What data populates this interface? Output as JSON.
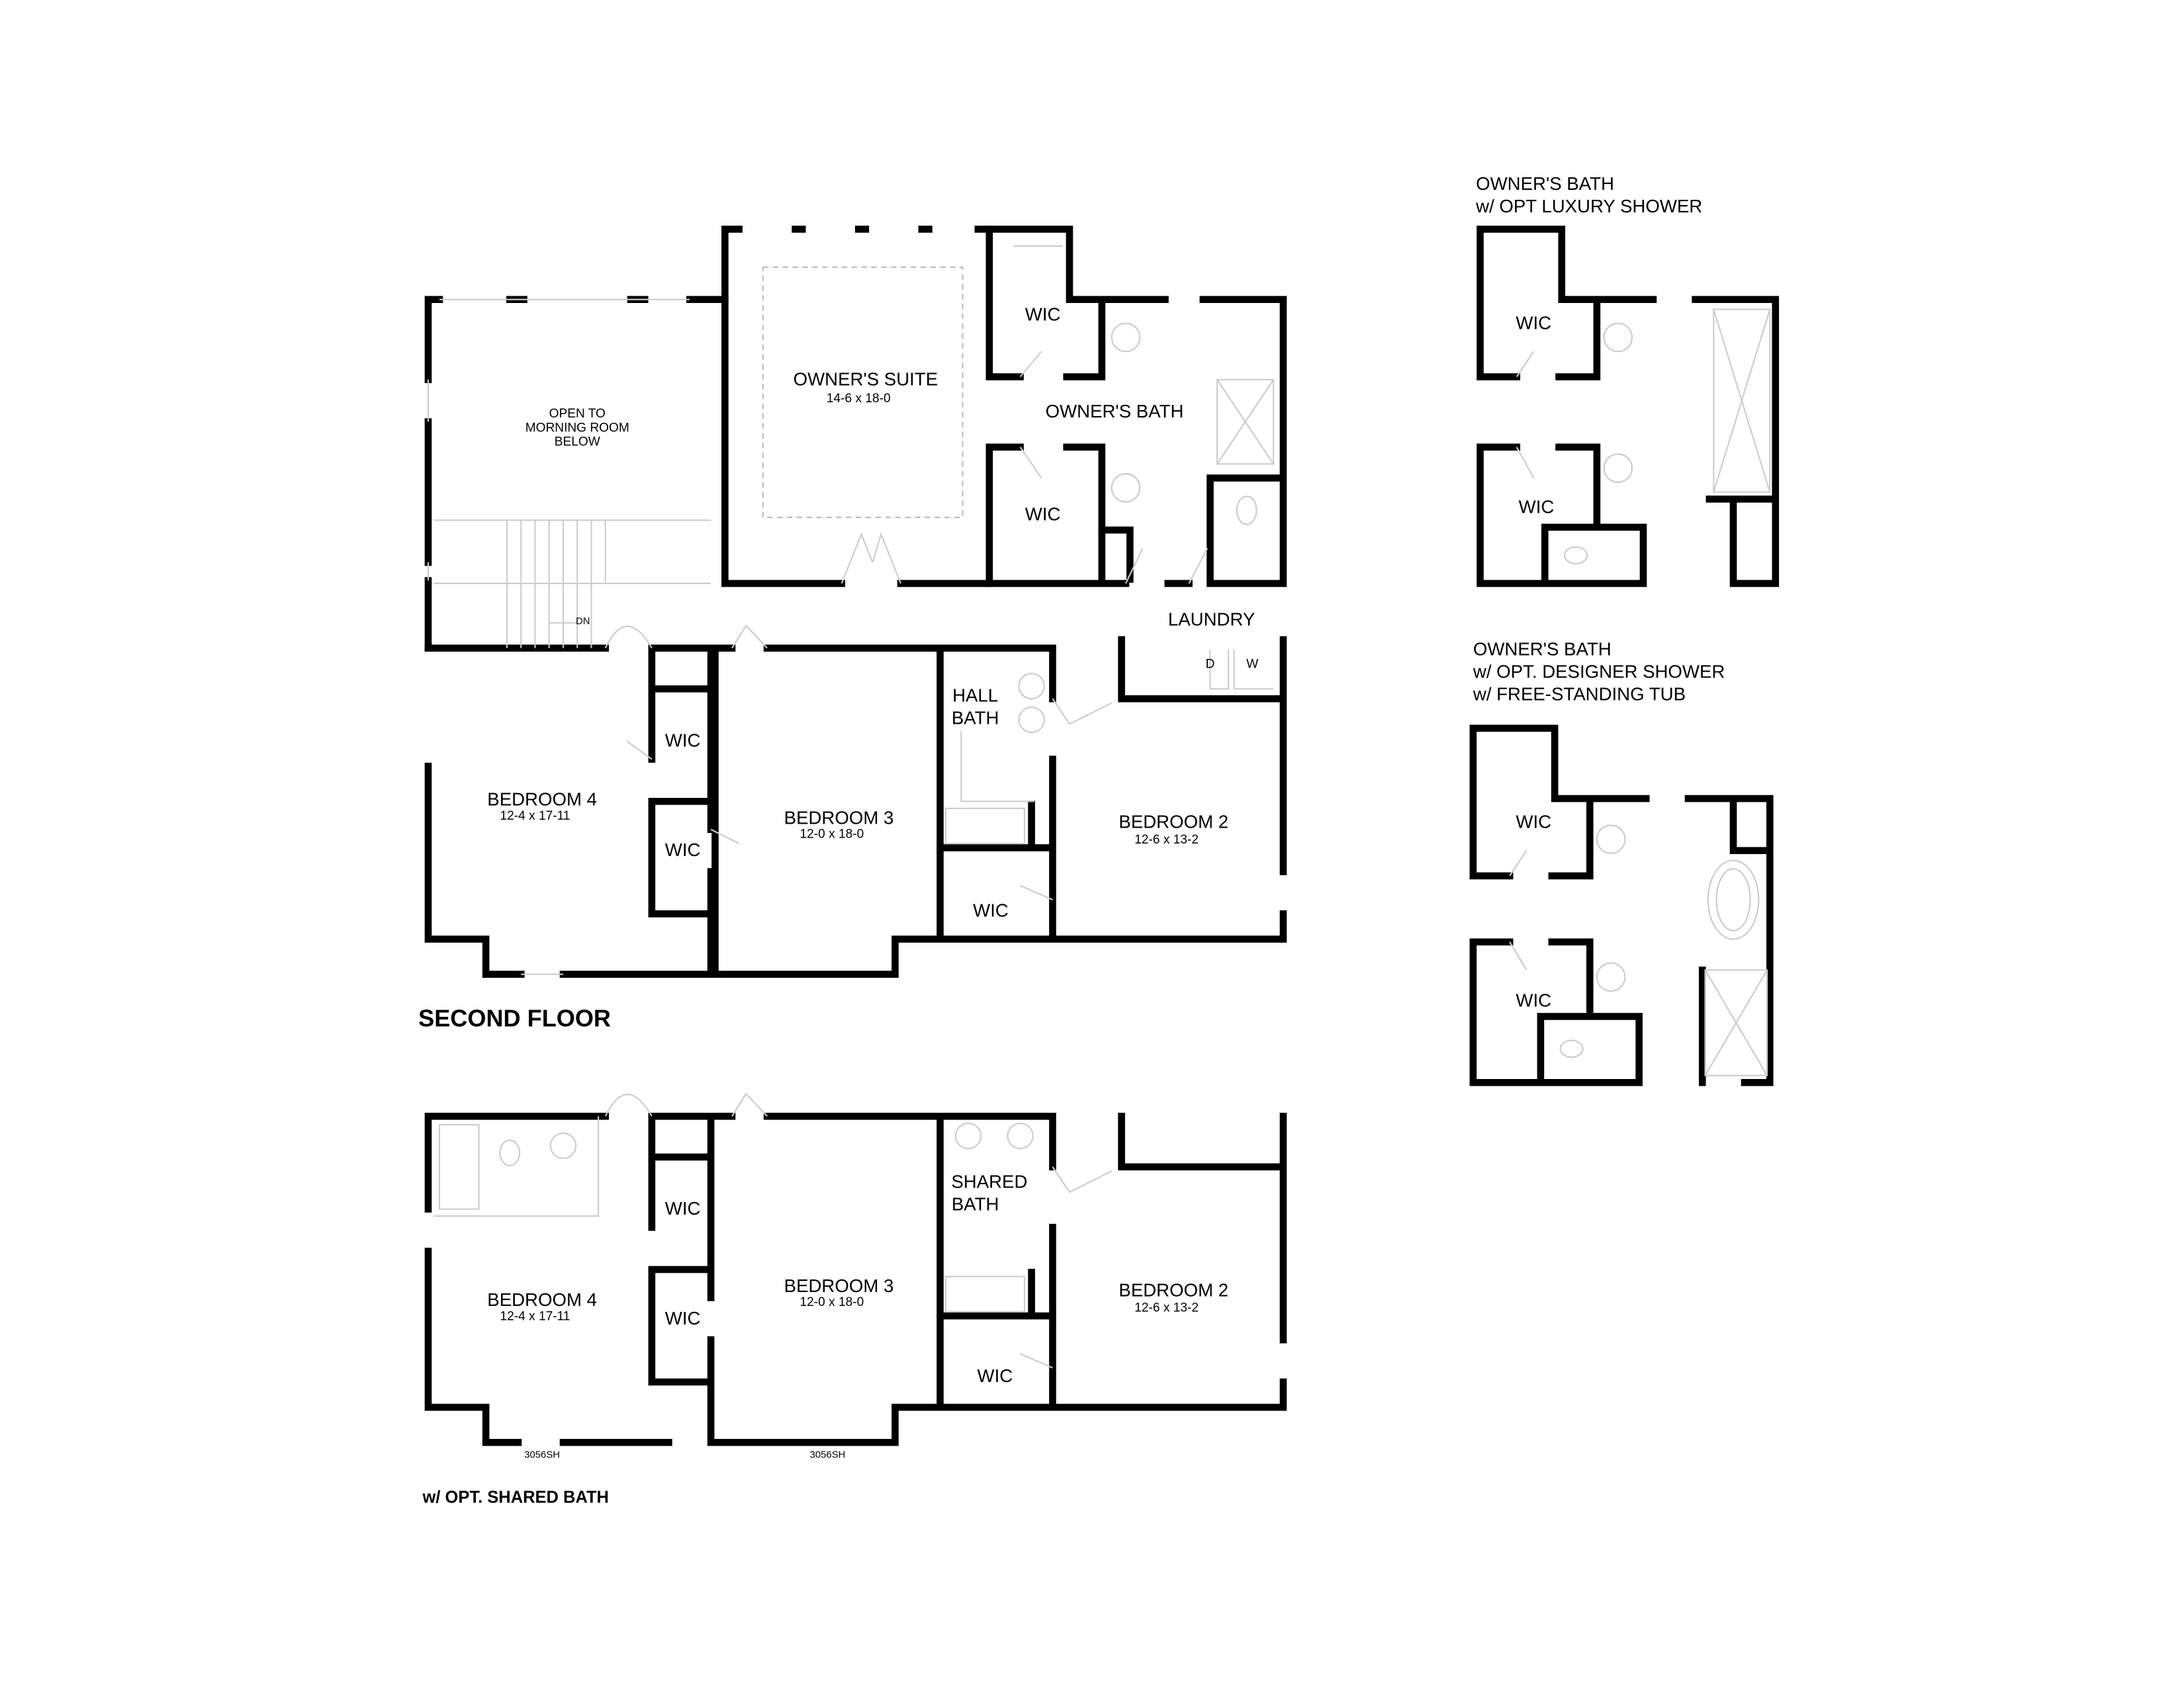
{
  "main_plan": {
    "title": "SECOND FLOOR",
    "open_to": [
      "OPEN TO",
      "MORNING ROOM",
      "BELOW"
    ],
    "owners_suite": {
      "name": "OWNER'S SUITE",
      "size": "14-6 x 18-0"
    },
    "owners_bath": "OWNER'S BATH",
    "wic": "WIC",
    "laundry": "LAUNDRY",
    "dryer": "D",
    "washer": "W",
    "stairs_dn": "DN",
    "hall_bath": [
      "HALL",
      "BATH"
    ],
    "bedroom4": {
      "name": "BEDROOM 4",
      "size": "12-4 x 17-11"
    },
    "bedroom3": {
      "name": "BEDROOM 3",
      "size": "12-0 x 18-0"
    },
    "bedroom2": {
      "name": "BEDROOM 2",
      "size": "12-6 x 13-2"
    }
  },
  "shared_plan": {
    "title": "w/ OPT. SHARED BATH",
    "shared_bath": [
      "SHARED",
      "BATH"
    ],
    "wic": "WIC",
    "window": "3056SH",
    "bedroom4": {
      "name": "BEDROOM 4",
      "size": "12-4 x 17-11"
    },
    "bedroom3": {
      "name": "BEDROOM 3",
      "size": "12-0 x 18-0"
    },
    "bedroom2": {
      "name": "BEDROOM 2",
      "size": "12-6 x 13-2"
    }
  },
  "option_luxury": {
    "title": [
      "OWNER'S BATH",
      "w/ OPT LUXURY SHOWER"
    ],
    "wic": "WIC"
  },
  "option_designer": {
    "title": [
      "OWNER'S BATH",
      "w/ OPT. DESIGNER SHOWER",
      "w/ FREE-STANDING TUB"
    ],
    "wic": "WIC"
  }
}
